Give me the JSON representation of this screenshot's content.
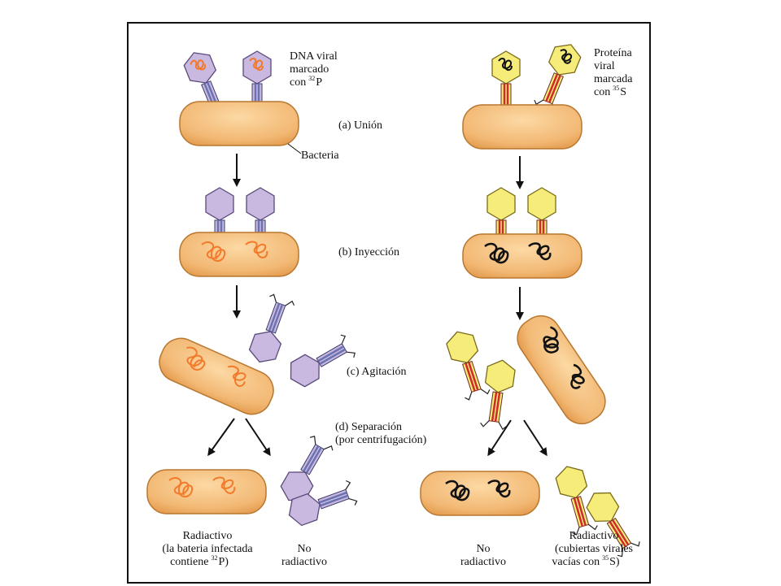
{
  "labels": {
    "dna_viral": [
      "DNA viral",
      "marcado",
      "con",
      "P"
    ],
    "proteina_viral": [
      "Proteína",
      "viral",
      "marcada",
      "con",
      "S"
    ],
    "bacteria": "Bacteria",
    "step_a": "(a) Unión",
    "step_b": "(b) Inyección",
    "step_c": "(c) Agitación",
    "step_d": [
      "(d) Separación",
      "(por centrifugación)"
    ],
    "left_radioactive": [
      "Radiactivo",
      "(la bateria infectada",
      "contiene",
      "P)"
    ],
    "left_nonradioactive": [
      "No",
      "radiactivo"
    ],
    "right_nonradioactive": [
      "No",
      "radiactivo"
    ],
    "right_radioactive": [
      "Radiactivo",
      "(cubiertas virales",
      "vacías con",
      "S)"
    ],
    "isotope_p": "32",
    "isotope_s": "35"
  },
  "colors": {
    "bacteria_fill": "#f2b874",
    "bacteria_stroke": "#b8772f",
    "phage_p_head": "#c9b8e0",
    "phage_s_head": "#f6ec7a",
    "dna_orange": "#f27a2a",
    "dna_black": "#111111",
    "tail_blue": "#6a73b0",
    "tail_red": "#d02a2a"
  }
}
